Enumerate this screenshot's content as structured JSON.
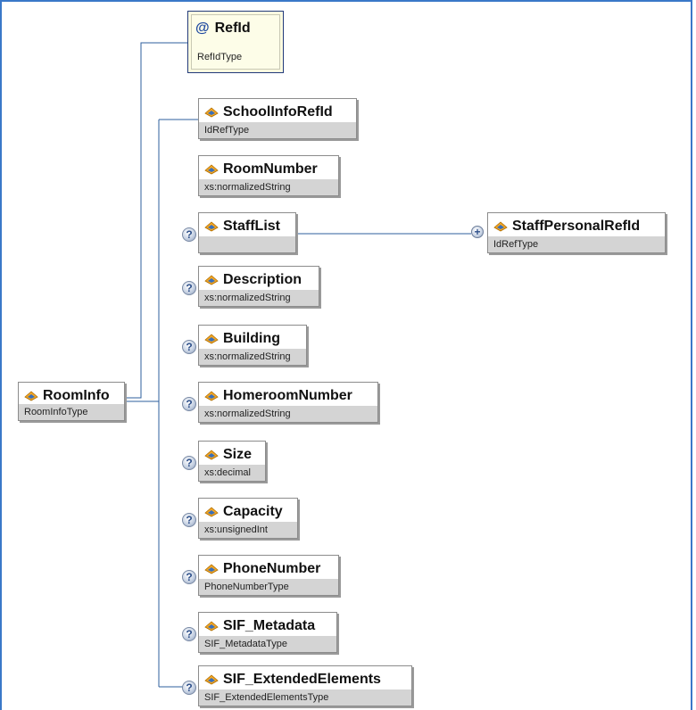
{
  "root": {
    "name": "RoomInfo",
    "type": "RoomInfoType"
  },
  "attribute": {
    "name": "RefId",
    "type": "RefIdType",
    "icon": "at-icon"
  },
  "children": [
    {
      "name": "SchoolInfoRefId",
      "type": "IdRefType",
      "optional": false
    },
    {
      "name": "RoomNumber",
      "type": "xs:normalizedString",
      "optional": false
    },
    {
      "name": "StaffList",
      "type": "",
      "optional": true
    },
    {
      "name": "Description",
      "type": "xs:normalizedString",
      "optional": true
    },
    {
      "name": "Building",
      "type": "xs:normalizedString",
      "optional": true
    },
    {
      "name": "HomeroomNumber",
      "type": "xs:normalizedString",
      "optional": true
    },
    {
      "name": "Size",
      "type": "xs:decimal",
      "optional": true
    },
    {
      "name": "Capacity",
      "type": "xs:unsignedInt",
      "optional": true
    },
    {
      "name": "PhoneNumber",
      "type": "PhoneNumberType",
      "optional": true
    },
    {
      "name": "SIF_Metadata",
      "type": "SIF_MetadataType",
      "optional": true
    },
    {
      "name": "SIF_ExtendedElements",
      "type": "SIF_ExtendedElementsType",
      "optional": true
    }
  ],
  "staff_child": {
    "name": "StaffPersonalRefId",
    "type": "IdRefType",
    "expand": "+"
  },
  "optional_marker": "?",
  "colors": {
    "frame": "#3a78c8",
    "wire": "#2e5f9e",
    "type_bar": "#d4d4d4",
    "attribute_bg": "#fcfbe0"
  }
}
